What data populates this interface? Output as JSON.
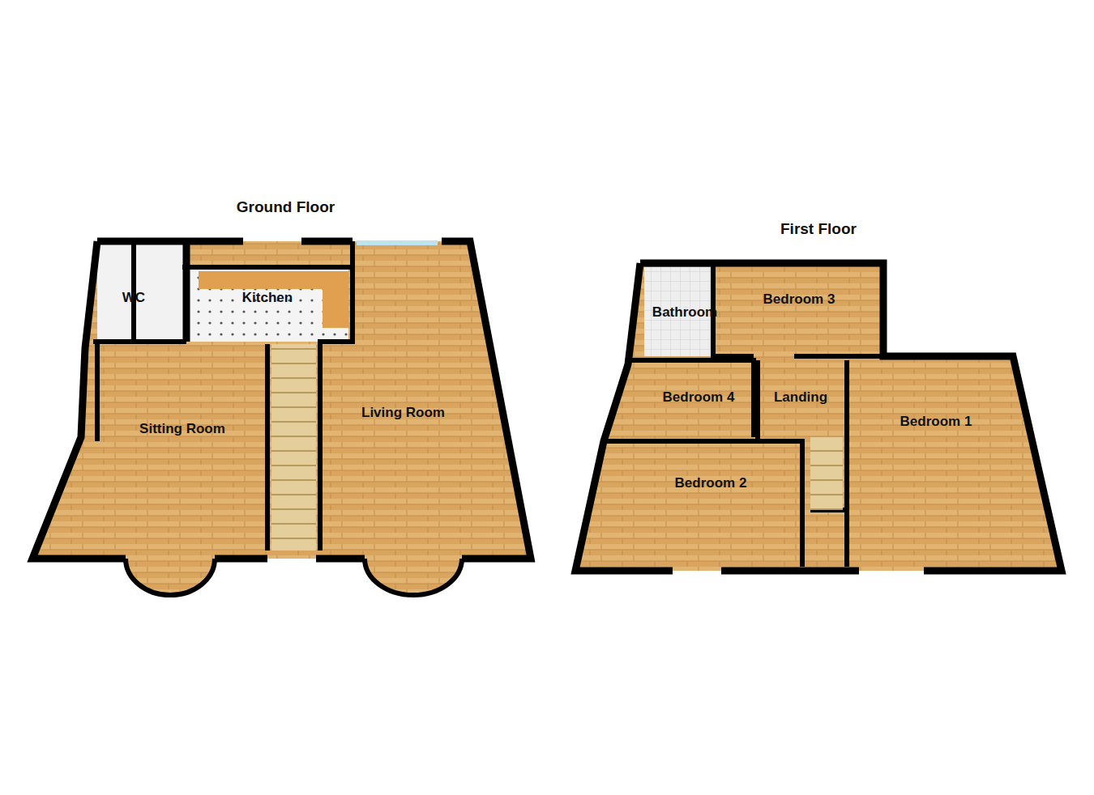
{
  "diagram": {
    "nodes": [
      {
        "text": [
          "Ground Floor"
        ]
      },
      {
        "text": [
          "WC"
        ],
        "in": 0
      },
      {
        "text": [
          "Kitchen"
        ],
        "in": 0
      },
      {
        "text": [
          "Sitting Room"
        ],
        "in": 0
      },
      {
        "text": [
          "Living Room"
        ],
        "in": 0
      },
      {
        "text": [
          "First Floor"
        ]
      },
      {
        "text": [
          "Bathroom"
        ],
        "in": 5
      },
      {
        "text": [
          "Bedroom 3"
        ],
        "in": 5
      },
      {
        "text": [
          "Bedroom 4"
        ],
        "in": 5
      },
      {
        "text": [
          "Landing"
        ],
        "in": 5
      },
      {
        "text": [
          "Bedroom 1"
        ],
        "in": 5
      },
      {
        "text": [
          "Bedroom 2"
        ],
        "in": 5
      }
    ]
  }
}
